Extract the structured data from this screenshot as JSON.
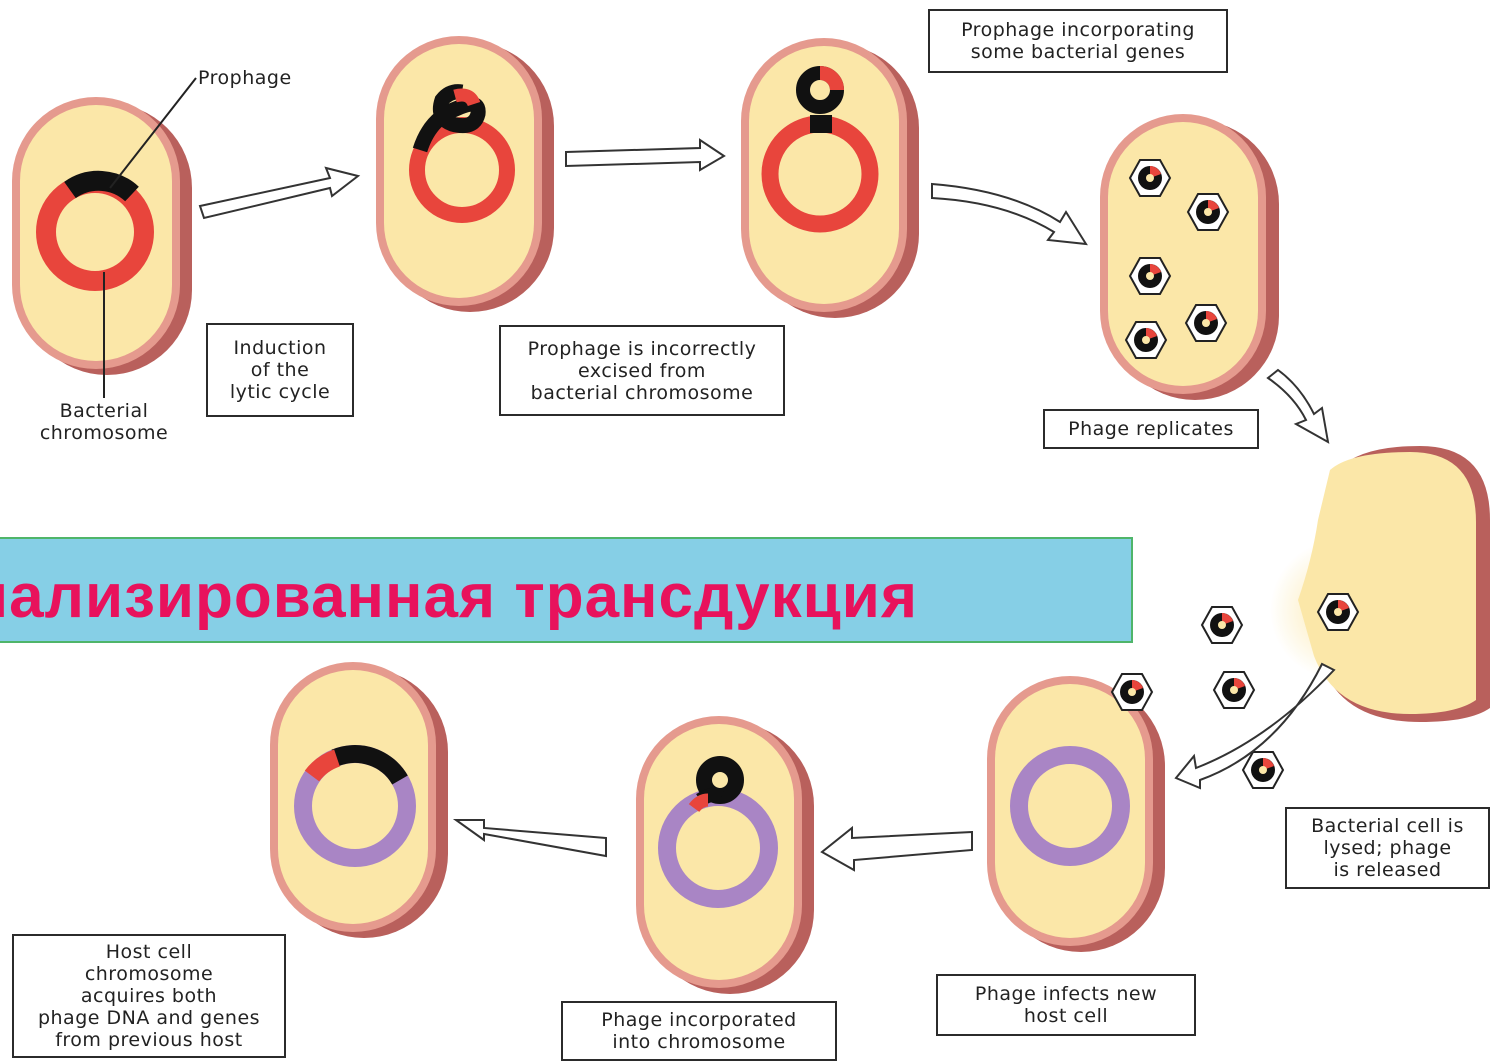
{
  "colors": {
    "cell_fill": "#fbe7a8",
    "cell_rim": "#e59a8e",
    "cell_shadow": "#b9605c",
    "bacterial_dna": "#e8453c",
    "phage_dna": "#111111",
    "host_dna": "#a985c5",
    "banner_bg": "#86cfe6",
    "banner_text": "#e8125c"
  },
  "labels": {
    "prophage": "Prophage",
    "bacterial_chromosome": "Bacterial\nchromosome"
  },
  "steps": {
    "induction": "Induction\nof the\nlytic cycle",
    "incorrect_excision": "Prophage is incorrectly\nexcised from\nbacterial chromosome",
    "incorporating": "Prophage incorporating\nsome bacterial genes",
    "replicates": "Phage replicates",
    "lysed": "Bacterial cell is\nlysed; phage\nis released",
    "infects": "Phage infects new\nhost cell",
    "incorporated": "Phage incorporated\ninto chromosome",
    "host_acquires": "Host cell\nchromosome\nacquires both\nphage DNA and genes\nfrom previous host"
  },
  "banner": {
    "title": "иализированная  трансдукция"
  }
}
